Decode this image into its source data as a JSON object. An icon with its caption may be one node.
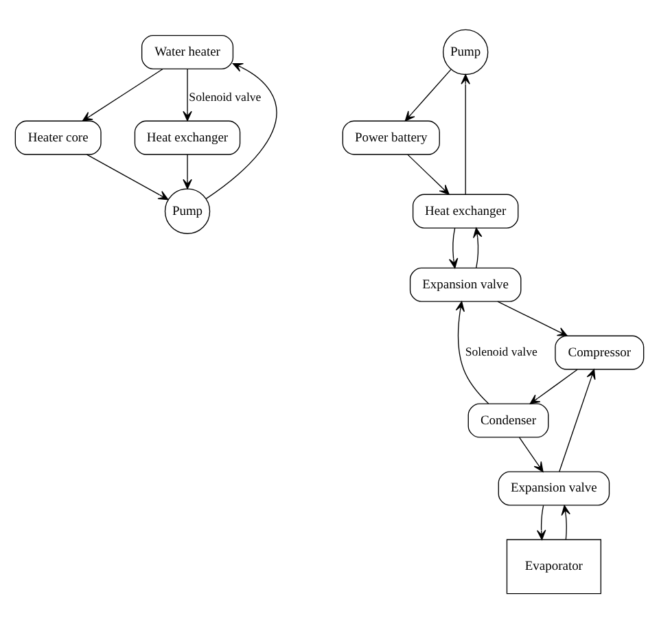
{
  "diagram": {
    "nodes": [
      {
        "text": [
          "Water heater"
        ]
      },
      {
        "text": [
          "Heater core"
        ]
      },
      {
        "text": [
          "Heat exchanger"
        ]
      },
      {
        "text": [
          "Pump"
        ]
      },
      {
        "text": [
          "Pump"
        ]
      },
      {
        "text": [
          "Power battery"
        ]
      },
      {
        "text": [
          "Condenser"
        ]
      },
      {
        "text": [
          "Expansion valve"
        ]
      },
      {
        "text": [
          "Evaporator"
        ]
      },
      {
        "text": [
          "Expansion valve"
        ]
      },
      {
        "text": [
          "Heat exchanger"
        ]
      },
      {
        "text": [
          "Compressor"
        ]
      }
    ],
    "edges": [
      {
        "from": 0,
        "to": 1,
        "arrow": "to"
      },
      {
        "from": 0,
        "to": 2,
        "arrow": "to",
        "label": "Solenoid valve"
      },
      {
        "from": 1,
        "to": 4,
        "arrow": "to"
      },
      {
        "from": 2,
        "to": 4,
        "arrow": "to"
      },
      {
        "from": 4,
        "to": 0,
        "arrow": "to"
      },
      {
        "from": 3,
        "to": 5,
        "arrow": "to"
      },
      {
        "from": 10,
        "to": 3,
        "arrow": "to"
      },
      {
        "from": 5,
        "to": 10,
        "arrow": "to"
      },
      {
        "from": 6,
        "to": 7,
        "arrow": "to"
      },
      {
        "from": 6,
        "to": 9,
        "arrow": "to",
        "label": "Solenoid valve"
      },
      {
        "from": 7,
        "to": 11,
        "arrow": "to"
      },
      {
        "from": 7,
        "to": 8,
        "arrow": "to"
      },
      {
        "from": 8,
        "to": 7,
        "arrow": "to"
      },
      {
        "from": 9,
        "to": 10,
        "arrow": "to"
      },
      {
        "from": 10,
        "to": 9,
        "arrow": "to"
      },
      {
        "from": 9,
        "to": 11,
        "arrow": "to"
      },
      {
        "from": 11,
        "to": 6,
        "arrow": "to"
      }
    ]
  }
}
